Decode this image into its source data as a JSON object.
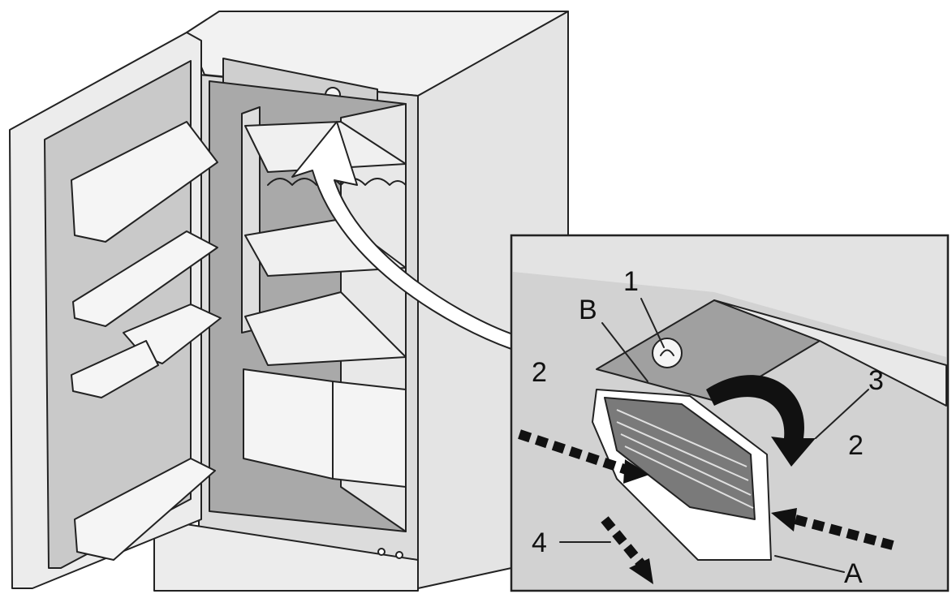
{
  "callouts": {
    "one": "1",
    "two_left": "2",
    "two_right": "2",
    "three": "3",
    "four": "4",
    "a": "A",
    "b": "B"
  },
  "colors": {
    "outline": "#222222",
    "cabinet_side": "#e4e4e4",
    "interior_wall": "#a9a9a9",
    "door_panel": "#c9c9c9",
    "inset_bg": "#d2d2d2",
    "arrow": "#111111"
  }
}
